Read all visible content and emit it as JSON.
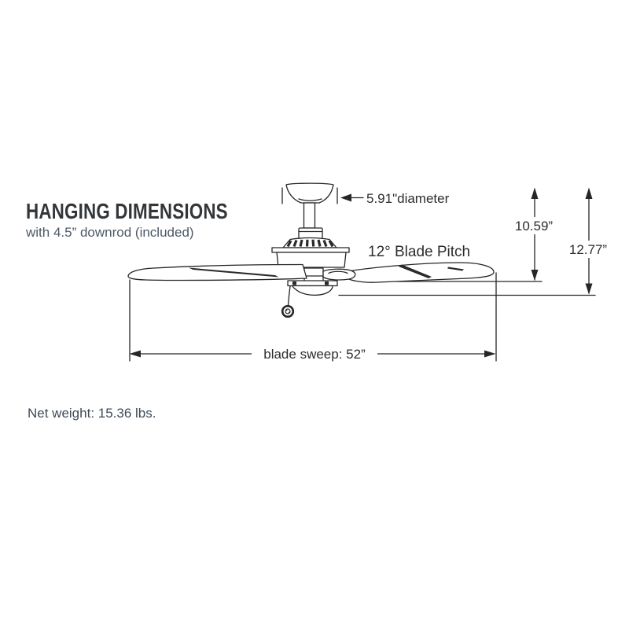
{
  "header": {
    "title": "HANGING DIMENSIONS",
    "subtitle": "with 4.5” downrod (included)"
  },
  "diagram": {
    "labels": {
      "canopy_diameter": "5.91\"diameter",
      "blade_pitch": "12° Blade Pitch",
      "height_to_blades": "10.59”",
      "overall_height": "12.77”",
      "blade_sweep": "blade sweep: 52”"
    },
    "colors": {
      "line": "#262626",
      "title_text": "#333639",
      "body_text": "#4d5966"
    }
  },
  "footer": {
    "net_weight": "Net weight: 15.36 lbs."
  }
}
